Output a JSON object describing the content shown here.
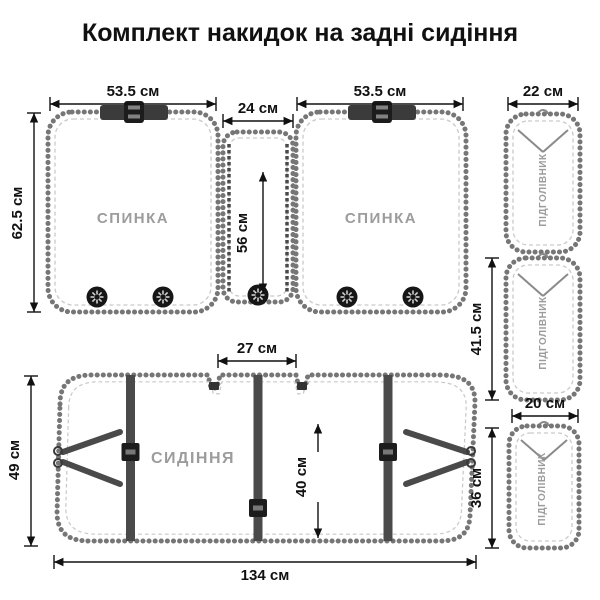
{
  "title": "Комплект накидок на задні сидіння",
  "pieces": {
    "backrest_left": {
      "label": "СПИНКА"
    },
    "backrest_right": {
      "label": "СПИНКА"
    },
    "seat": {
      "label": "СИДІННЯ"
    },
    "headrest_top": {
      "label": "ПІДГОЛІВНИК"
    },
    "headrest_middle": {
      "label": "ПІДГОЛІВНИК"
    },
    "headrest_bottom": {
      "label": "ПІДГОЛІВНИК"
    }
  },
  "dimensions": {
    "backrest_left_width": "53.5 см",
    "middle_width": "24 см",
    "backrest_right_width": "53.5 см",
    "backrest_height": "62.5 см",
    "middle_height": "56 см",
    "headrest_top_width": "22 см",
    "headrest_middle_height": "41.5 см",
    "headrest_bottom_width": "20 см",
    "headrest_bottom_height": "36 см",
    "seat_tab_width": "27 см",
    "seat_side_height": "49 см",
    "seat_center_height": "40 см",
    "seat_width": "134 см"
  },
  "colors": {
    "text": "#111111",
    "label_gray": "#9c9c9c",
    "stitch_border": "#767676",
    "strap_dark": "#4a4a4a",
    "background": "#ffffff"
  }
}
